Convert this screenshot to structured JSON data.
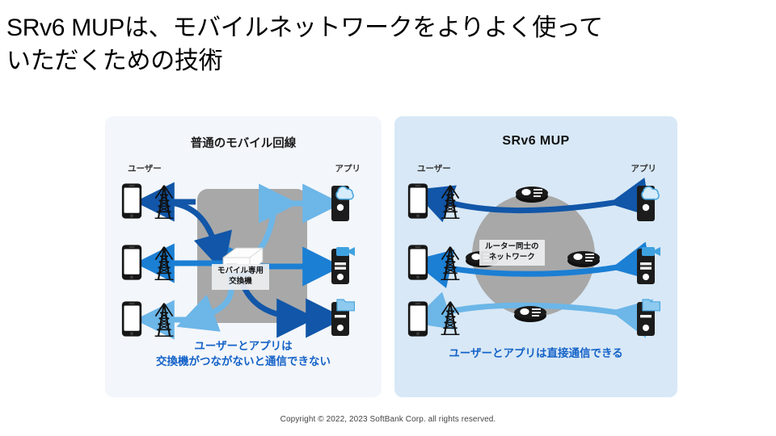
{
  "slide": {
    "title": "SRv6 MUPは、モバイルネットワークをよりよく使って\nいただくための技術",
    "footer": "Copyright © 2022, 2023 SoftBank Corp. all rights reserved."
  },
  "colors": {
    "panel_left_bg": "#f3f6fa",
    "panel_right_bg": "#d8e8f6",
    "arrow_dark_blue": "#1156a8",
    "arrow_mid_blue": "#1b7fd4",
    "arrow_light_blue": "#6cb6e8",
    "grey_shape": "#a8a8a8",
    "caption_blue": "#1462c8",
    "device_black": "#161616"
  },
  "panels": [
    {
      "id": "left",
      "title": "普通のモバイル回線",
      "label_user": "ユーザー",
      "label_app": "アプリ",
      "note": "モバイル専用\n交換機",
      "caption": "ユーザーとアプリは\n交換機がつながないと通信できない",
      "users": [
        "smartphone-1",
        "smartphone-2",
        "smartphone-3"
      ],
      "towers": [
        "cell-tower-1",
        "cell-tower-2",
        "cell-tower-3"
      ],
      "apps": [
        "server-cloud",
        "server-video",
        "server-folder"
      ]
    },
    {
      "id": "right",
      "title": "SRv6 MUP",
      "label_user": "ユーザー",
      "label_app": "アプリ",
      "note": "ルーター同士の\nネットワーク",
      "caption": "ユーザーとアプリは直接通信できる",
      "users": [
        "smartphone-1",
        "smartphone-2",
        "smartphone-3"
      ],
      "towers": [
        "cell-tower-1",
        "cell-tower-2",
        "cell-tower-3"
      ],
      "apps": [
        "server-cloud",
        "server-video",
        "server-folder"
      ],
      "routers": [
        "router-1",
        "router-2",
        "router-3"
      ]
    }
  ]
}
